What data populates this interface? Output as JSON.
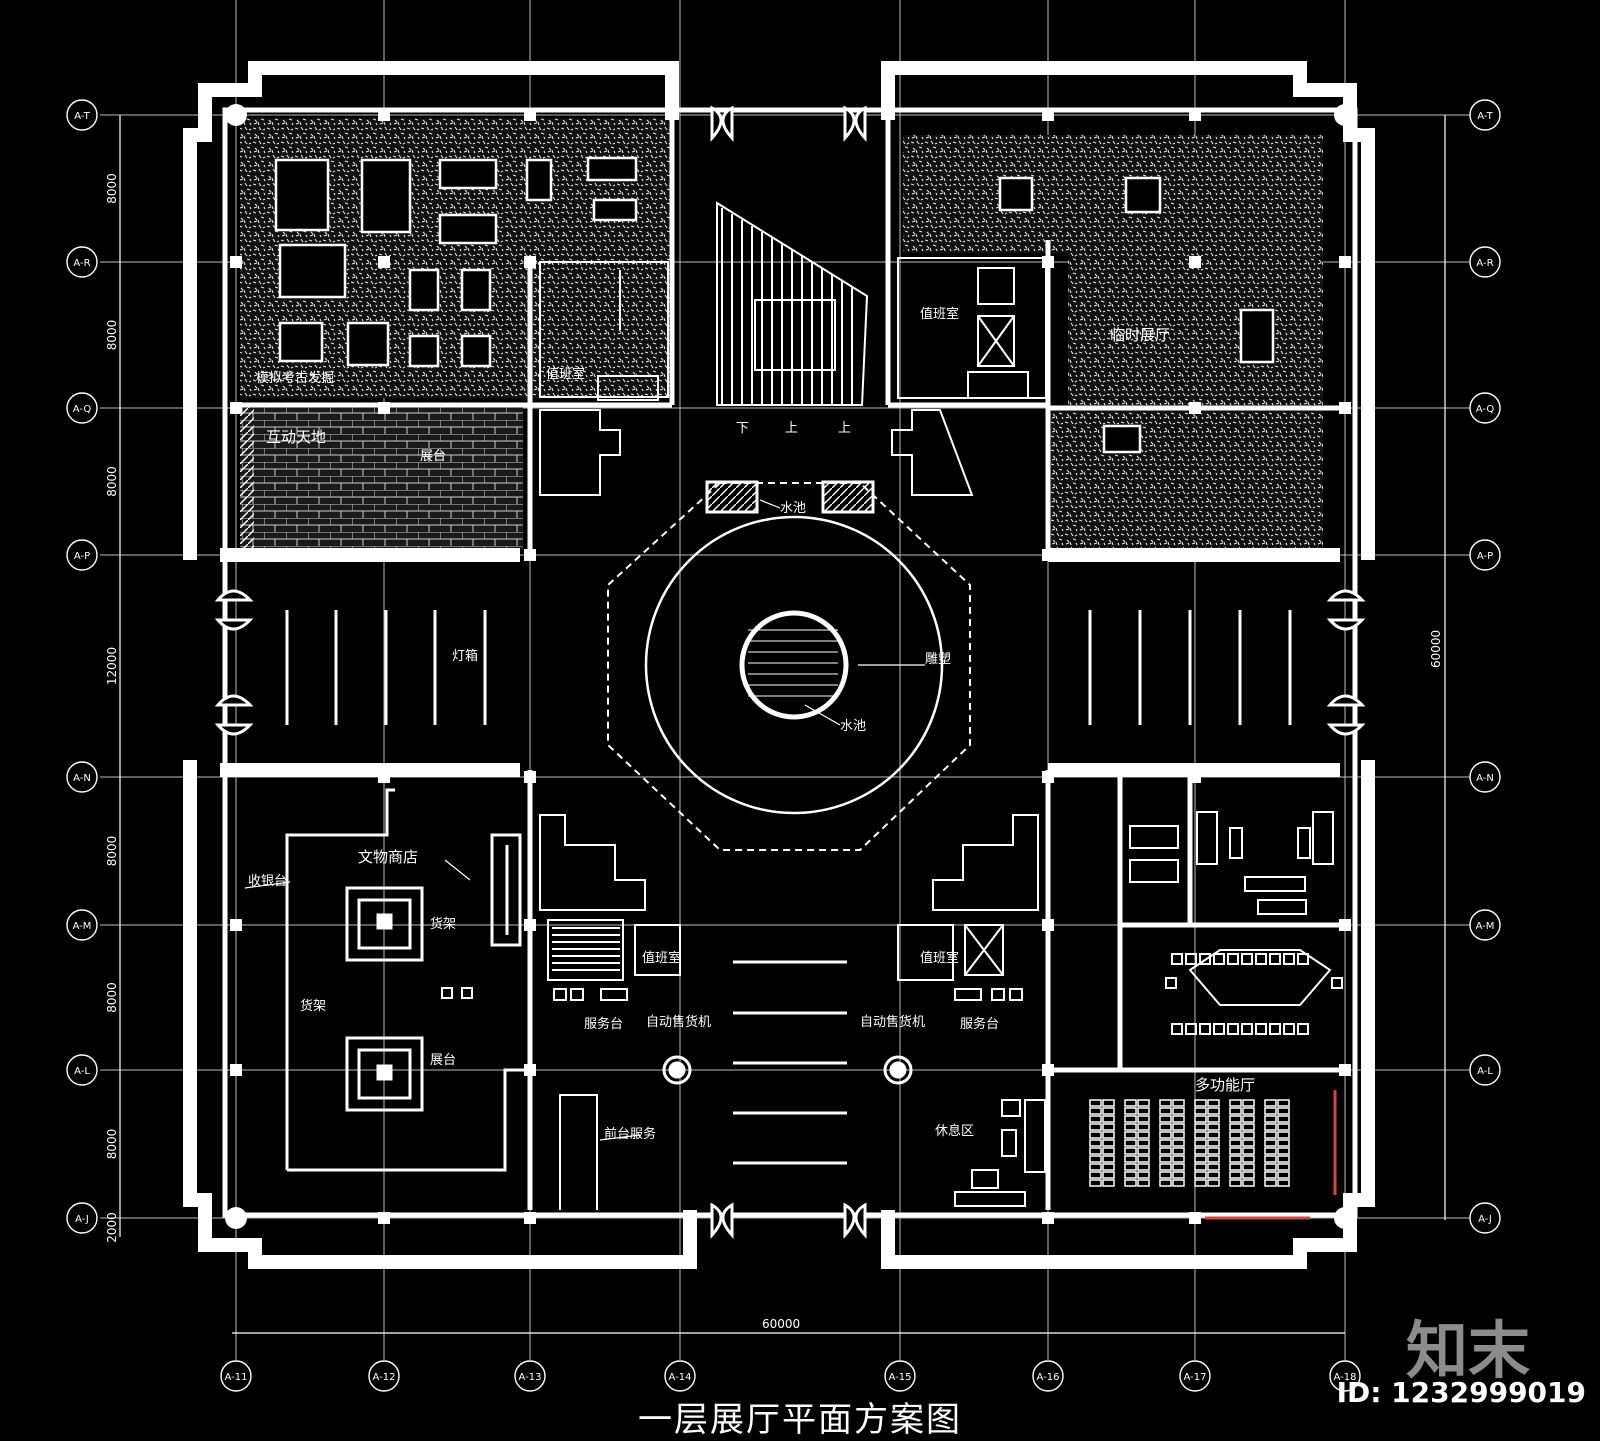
{
  "drawing": {
    "title": "一层展厅平面方案图",
    "brand": "知末",
    "image_id": "ID: 1232999019"
  },
  "axes": {
    "rows": [
      "A-T",
      "A-R",
      "A-Q",
      "A-P",
      "A-N",
      "A-M",
      "A-L",
      "A-J"
    ],
    "cols": [
      "A-11",
      "A-12",
      "A-13",
      "A-14",
      "A-15",
      "A-16",
      "A-17",
      "A-18"
    ]
  },
  "dimensions": {
    "left": [
      "8000",
      "8000",
      "8000",
      "12000",
      "8000",
      "8000",
      "8000",
      "2000"
    ],
    "right_total": "60000",
    "bottom_total": "60000"
  },
  "rooms": {
    "archaeology": "模拟考古发掘",
    "interactive": "互动天地",
    "temporary": "临时展厅",
    "shop": "文物商店",
    "multifunction": "多功能厅",
    "lightbox": "灯箱",
    "water_upper": "水池",
    "water_center": "水池",
    "sculpture": "雕塑",
    "rest_area": "休息区",
    "machine_l": "自动售货机",
    "machine_r": "自动售货机",
    "service_l": "服务台",
    "service_r": "服务台",
    "duty_1": "值班室",
    "duty_2": "值班室",
    "duty_3": "值班室",
    "duty_4": "值班室",
    "counter": "收银台",
    "shelf_1": "货架",
    "shelf_2": "货架",
    "shelf_3": "展台",
    "shelf_4": "展台",
    "front_desk": "前台服务",
    "stair_down": "下",
    "stair_up_1": "上",
    "stair_up_2": "上"
  }
}
